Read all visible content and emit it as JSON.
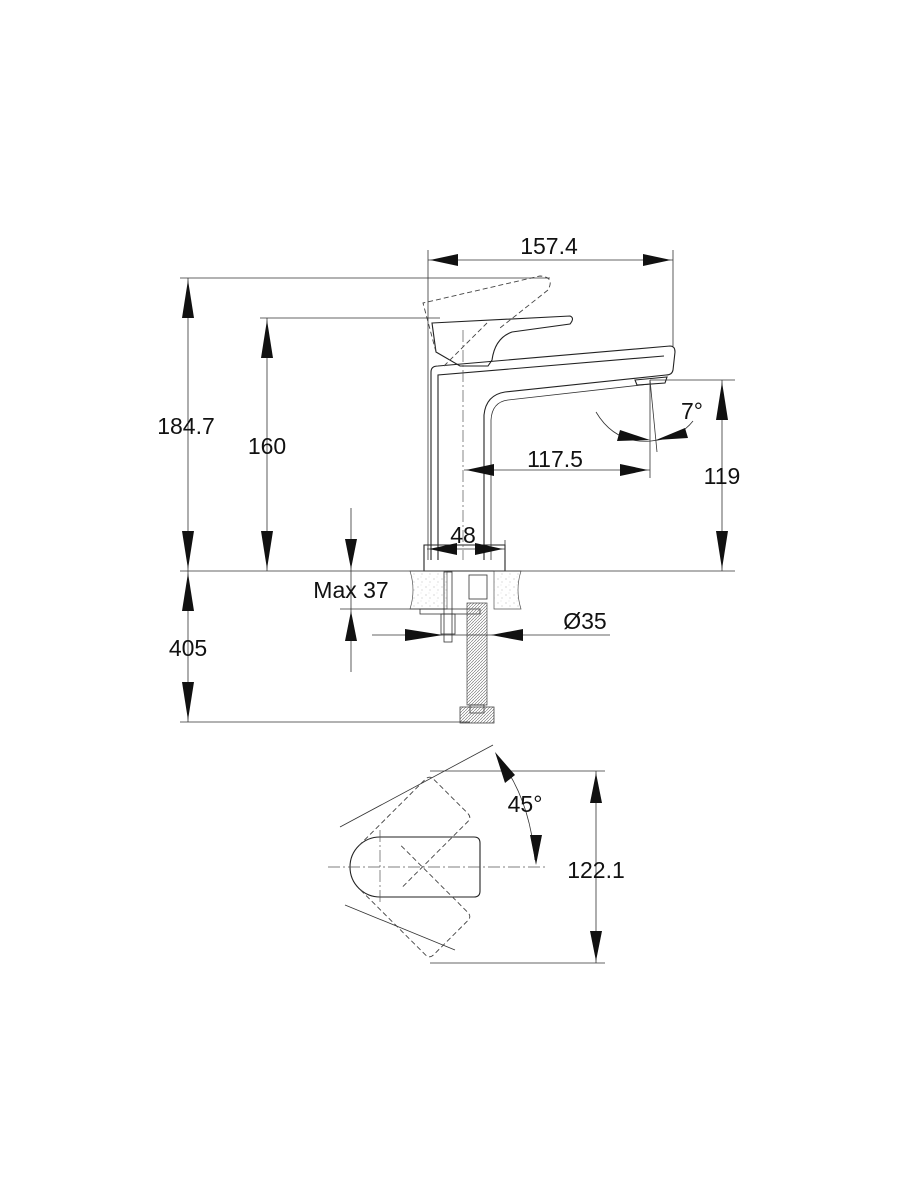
{
  "drawing": {
    "title": "Basin mixer technical drawing",
    "dimensions": {
      "overall_width": "157.4",
      "overall_height": "184.7",
      "body_height": "160",
      "spout_reach": "117.5",
      "spout_height": "119",
      "spout_angle": "7°",
      "base_diameter": "48",
      "max_counter_thickness": "Max 37",
      "hole_diameter": "Ø35",
      "hose_length": "405",
      "handle_rotation": "45°",
      "handle_sweep": "122.1"
    }
  }
}
